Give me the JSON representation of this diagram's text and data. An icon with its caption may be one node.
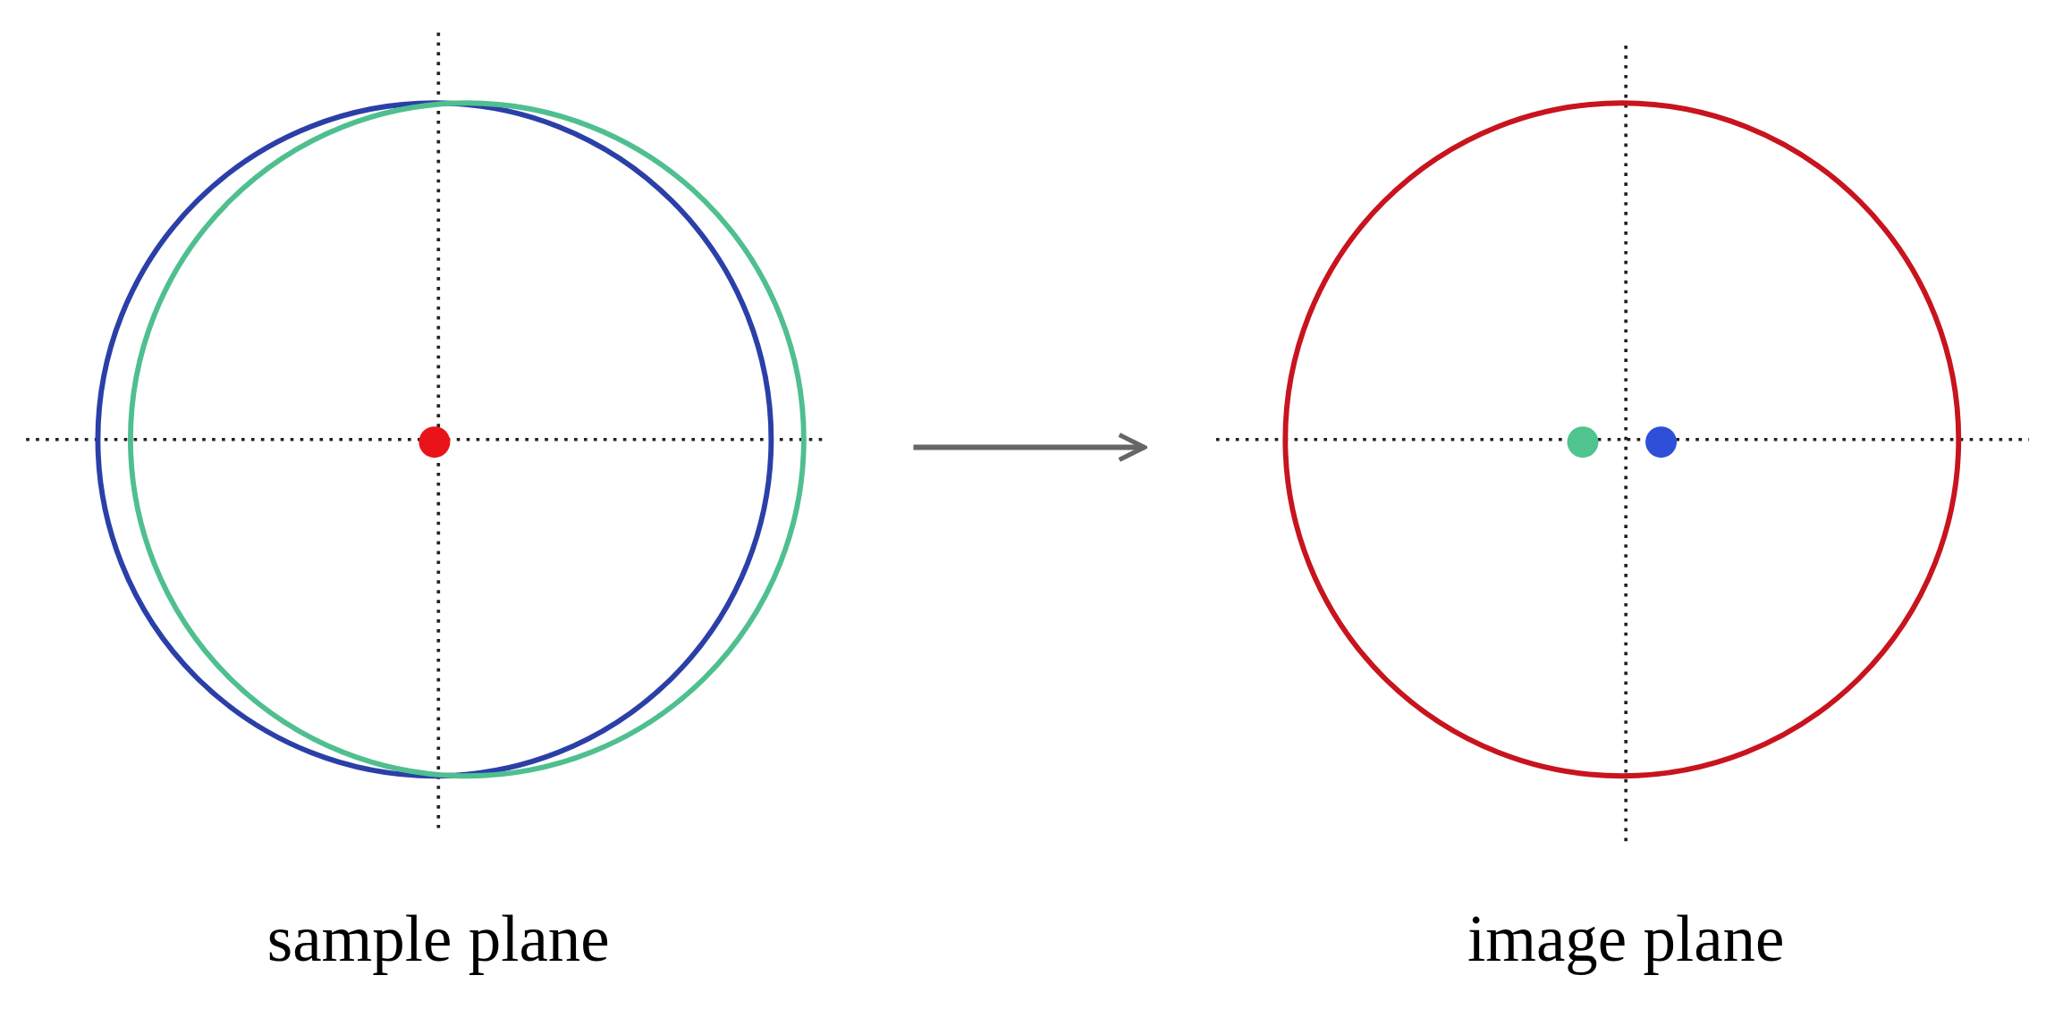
{
  "diagram": {
    "nodes": [
      {
        "text": [
          "sample plane"
        ]
      },
      {
        "text": [
          "image plane"
        ]
      }
    ],
    "edges": [
      {
        "from": 0,
        "to": 1,
        "arrow": "to"
      }
    ]
  }
}
